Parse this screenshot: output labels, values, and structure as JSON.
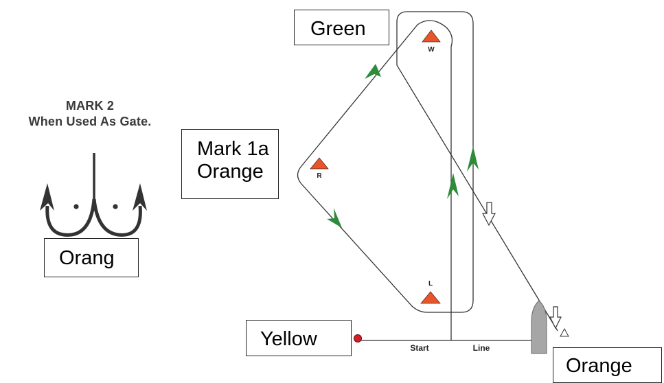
{
  "gate": {
    "title_line1": "MARK 2",
    "title_line2": "When Used As Gate.",
    "color_label": "Orang"
  },
  "labels": {
    "green": "Green",
    "mark1a_line1": "Mark 1a",
    "mark1a_line2": "Orange",
    "yellow": "Yellow",
    "orange": "Orange"
  },
  "marks": {
    "windward": "W",
    "reach": "R",
    "leeward": "L"
  },
  "start_line": {
    "start": "Start",
    "line": "Line"
  },
  "colors": {
    "mark_orange": "#e8552a",
    "arrow_green": "#2e8b3a",
    "pin_red": "#d21f26",
    "committee_boat": "#a6a6a6",
    "course_line": "#333333"
  }
}
